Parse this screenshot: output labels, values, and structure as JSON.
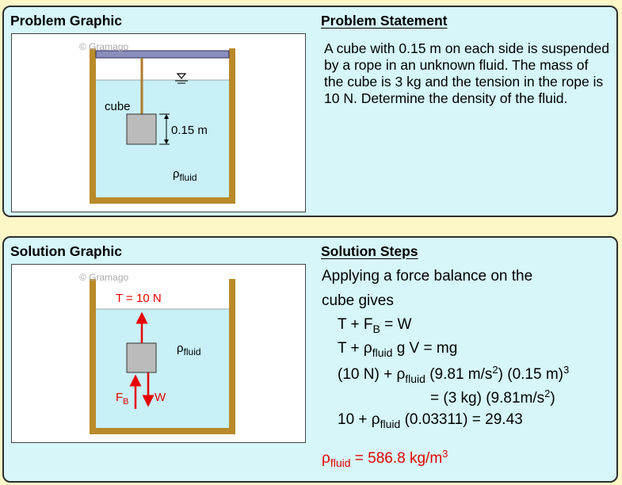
{
  "problem": {
    "graphic_title": "Problem Graphic",
    "statement_title": "Problem Statement",
    "statement": "A cube with 0.15 m on each side is suspended by a rope in an unknown fluid. The mass of the cube is 3 kg and the tension in the rope is 10 N. Determine the density of the fluid.",
    "watermark": "© Gramago",
    "cube_label": "cube",
    "dimension_label": "0.15 m",
    "rho": "ρ",
    "fluid_sub": "fluid"
  },
  "solution": {
    "graphic_title": "Solution Graphic",
    "steps_title": "Solution Steps",
    "watermark": "© Gramago",
    "tension_label": "T = 10 N",
    "rho": "ρ",
    "fluid_sub": "fluid",
    "fb_main": "F",
    "fb_sub": "B",
    "w_label": "W",
    "intro_1": "Applying a force balance on the",
    "intro_2": "cube gives",
    "eq1": {
      "a": "T + F",
      "sub": "B",
      "b": " = W"
    },
    "eq2": {
      "a": "T + ρ",
      "sub": "fluid",
      "b": " g V = mg"
    },
    "eq3": {
      "a": "(10 N) + ρ",
      "sub": "fluid",
      "b": " (9.81 m/s",
      "sup1": "2",
      "c": ") (0.15 m)",
      "sup2": "3"
    },
    "eq4": {
      "a": "= (3 kg) (9.81m/s",
      "sup": "2",
      "b": ")"
    },
    "eq5": {
      "a": "10 + ρ",
      "sub": "fluid",
      "b": " (0.03311) = 29.43"
    },
    "result": {
      "a": "ρ",
      "sub": "fluid",
      "b": " = 586.8 kg/m",
      "sup": "3"
    }
  }
}
